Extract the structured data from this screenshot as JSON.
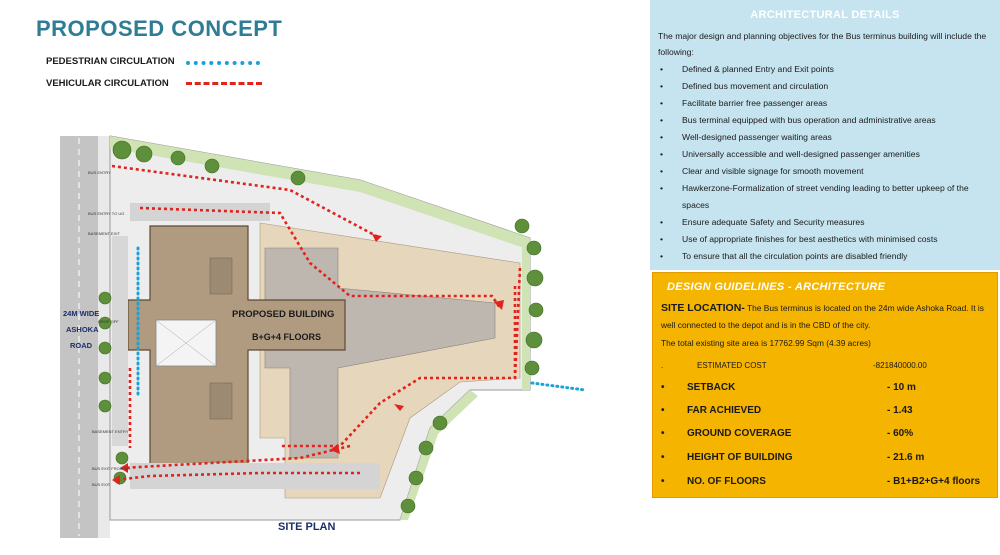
{
  "title": "PROPOSED CONCEPT",
  "legend": {
    "pedestrian": "PEDESTRIAN CIRCULATION",
    "vehicular": "VEHICULAR CIRCULATION",
    "pedestrian_color": "#1aa3d9",
    "vehicular_color": "#e0231c"
  },
  "plan": {
    "road_label_1": "24M WIDE",
    "road_label_2": "ASHOKA",
    "road_label_3": "ROAD",
    "building_label_1": "PROPOSED BUILDING",
    "building_label_2": "B+G+4 FLOORS",
    "small_labels": {
      "bus_entry": "BUS ENTRY",
      "bus_entry_ug": "BUS ENTRY TO UG",
      "basement_exit": "BASEMENT EXIT",
      "drop_off": "DROP OFF",
      "basement_entry": "BASEMENT ENTRY",
      "bus_exit_ug": "BUS EXIT FROM UG",
      "bus_exit": "BUS EXIT"
    }
  },
  "site_plan_label": "SITE PLAN",
  "architectural_details": {
    "heading": "ARCHITECTURAL DETAILS",
    "intro": "The major design and planning objectives for the Bus terminus building will include the following:",
    "items": [
      "Defined & planned Entry and Exit points",
      "Defined bus movement and circulation",
      "Facilitate barrier free passenger areas",
      "Bus terminal equipped with bus operation and administrative areas",
      "Well-designed passenger waiting areas",
      "Universally accessible and well-designed passenger amenities",
      "Clear and visible signage for smooth movement",
      "Hawkerzone-Formalization of street vending leading to better upkeep of the spaces",
      "Ensure adequate Safety and Security measures",
      "Use of appropriate finishes for best aesthetics with minimised costs",
      "To ensure that all the circulation points are disabled friendly"
    ]
  },
  "design_guidelines": {
    "heading": "DESIGN GUIDELINES - ARCHITECTURE",
    "site_location_label": "SITE LOCATION-",
    "site_location_text": " The Bus terminus is located on the 24m wide Ashoka Road. It is well connected to the depot and is in the CBD of the city.",
    "site_area": "The total existing site area is 17762.99 Sqm (4.39 acres)",
    "cost_bullet": ".",
    "cost_label": "ESTIMATED COST",
    "cost_value": "-821840000.00",
    "bullet": "•",
    "rows": [
      {
        "label": "SETBACK",
        "value": "- 10 m"
      },
      {
        "label": "FAR ACHIEVED",
        "value": "- 1.43"
      },
      {
        "label": "GROUND COVERAGE",
        "value": "- 60%"
      },
      {
        "label": "HEIGHT OF BUILDING",
        "value": "-  21.6 m"
      },
      {
        "label": "NO. OF FLOORS",
        "value": "- B1+B2+G+4 floors"
      }
    ]
  }
}
